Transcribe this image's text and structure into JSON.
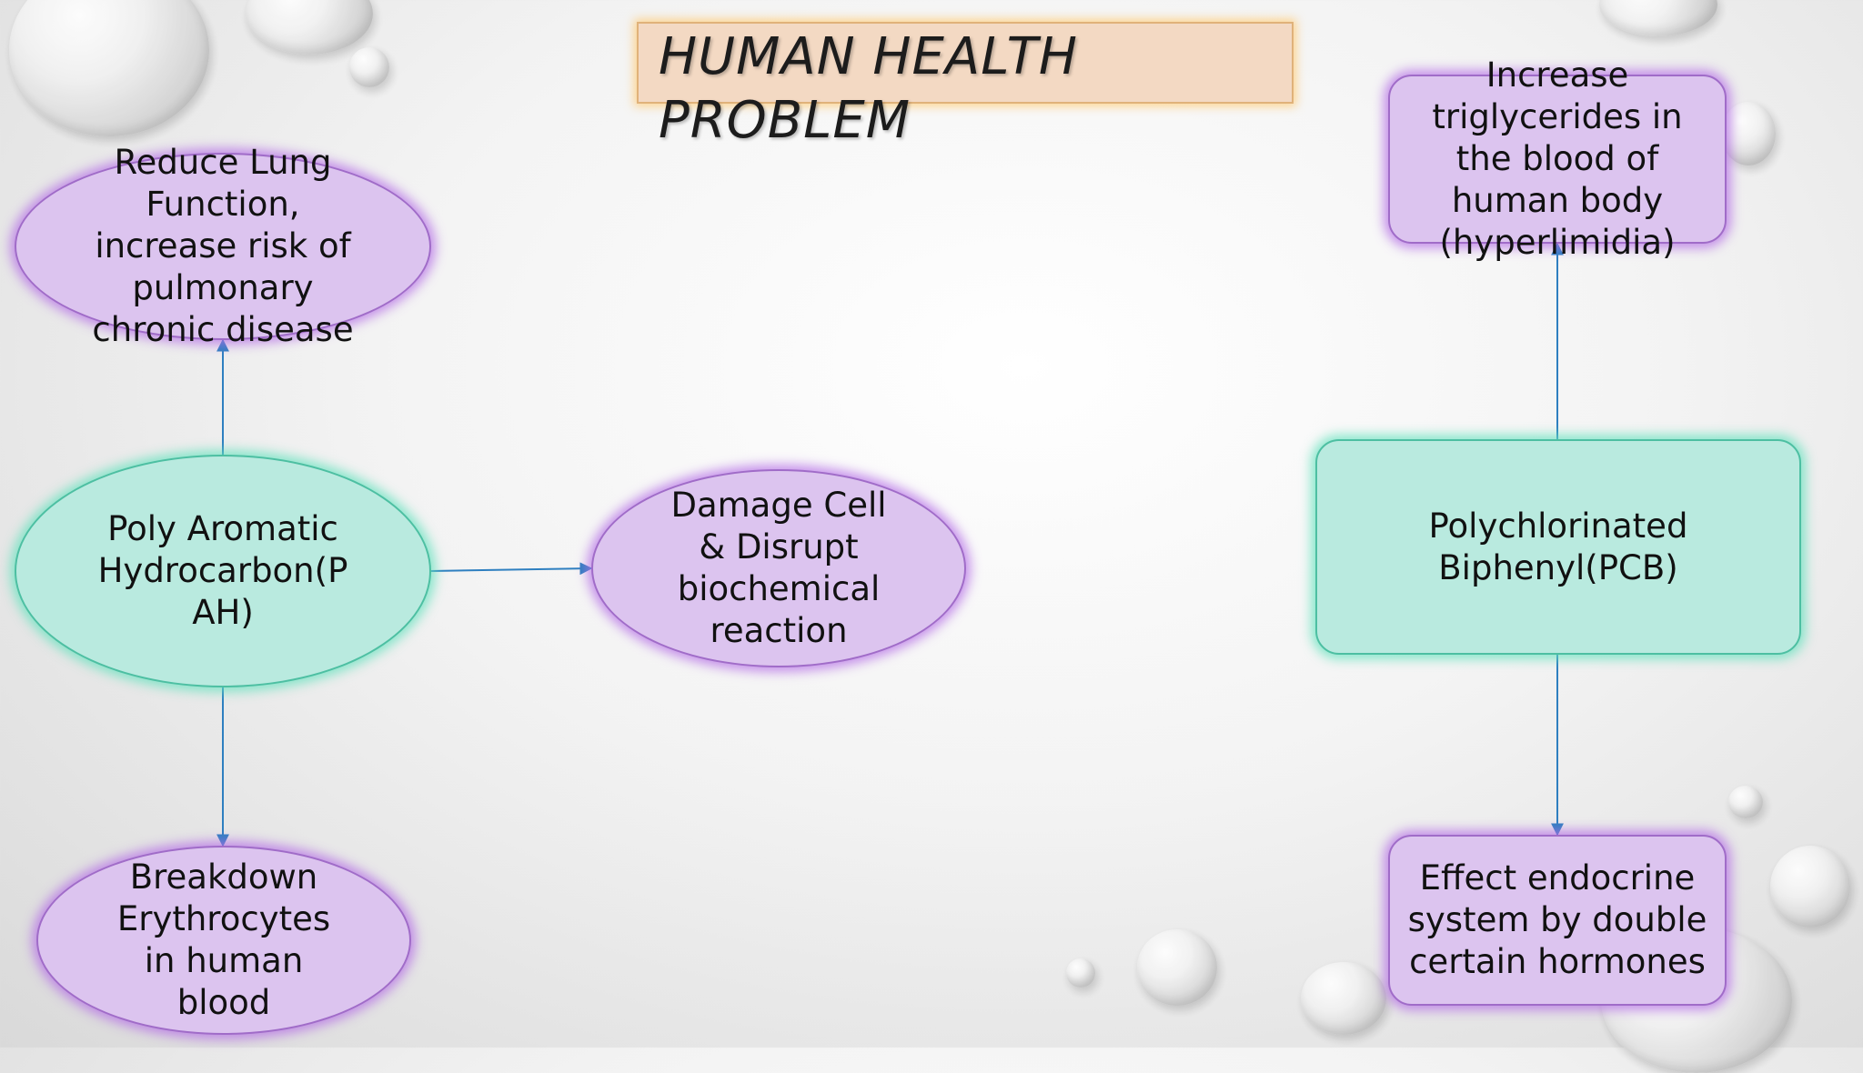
{
  "title": "HUMAN HEALTH\nPROBLEM",
  "nodes": {
    "reduce_lung": "Reduce Lung Function, increase risk of pulmonary chronic disease",
    "pah": "Poly Aromatic Hydrocarbon(P AH)",
    "damage_cell": "Damage Cell & Disrupt biochemical reaction",
    "breakdown": "Breakdown Erythrocytes in human blood",
    "triglycerides": "Increase triglycerides in the blood of human body (hyperlimidia)",
    "pcb": "Polychlorinated Biphenyl(PCB)",
    "endocrine": "Effect endocrine system by double certain hormones"
  },
  "colors": {
    "effect_fill": "#dcc4ef",
    "effect_border": "#a06cc8",
    "source_fill": "#b9eadf",
    "source_border": "#4dbfa2",
    "connector": "#2e7fc0",
    "title_fill": "#f3d9c3"
  }
}
